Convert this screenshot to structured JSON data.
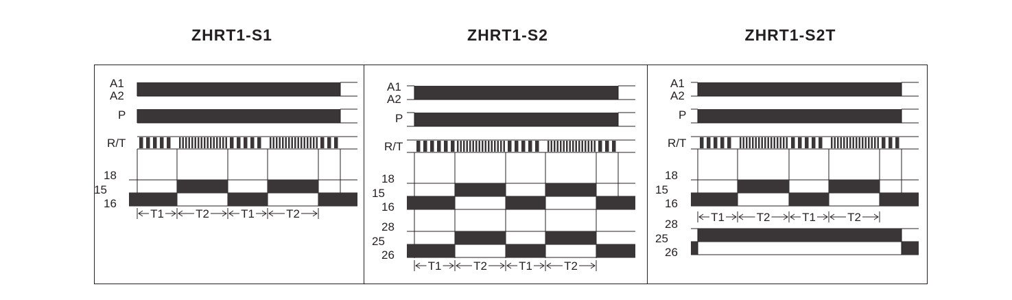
{
  "titles": {
    "s1": "ZHRT1-S1",
    "s2": "ZHRT1-S2",
    "s2t": "ZHRT1-S2T"
  },
  "signal_labels": {
    "a1": "A1",
    "a2": "A2",
    "p": "P",
    "rt": "R/T",
    "c18": "18",
    "c15": "15",
    "c16": "16",
    "c28": "28",
    "c25": "25",
    "c26": "26"
  },
  "interval_labels": [
    "T1",
    "T2",
    "T1",
    "T2"
  ],
  "colors": {
    "ink": "#231f20",
    "bar": "#3a3536",
    "background": "#ffffff"
  }
}
